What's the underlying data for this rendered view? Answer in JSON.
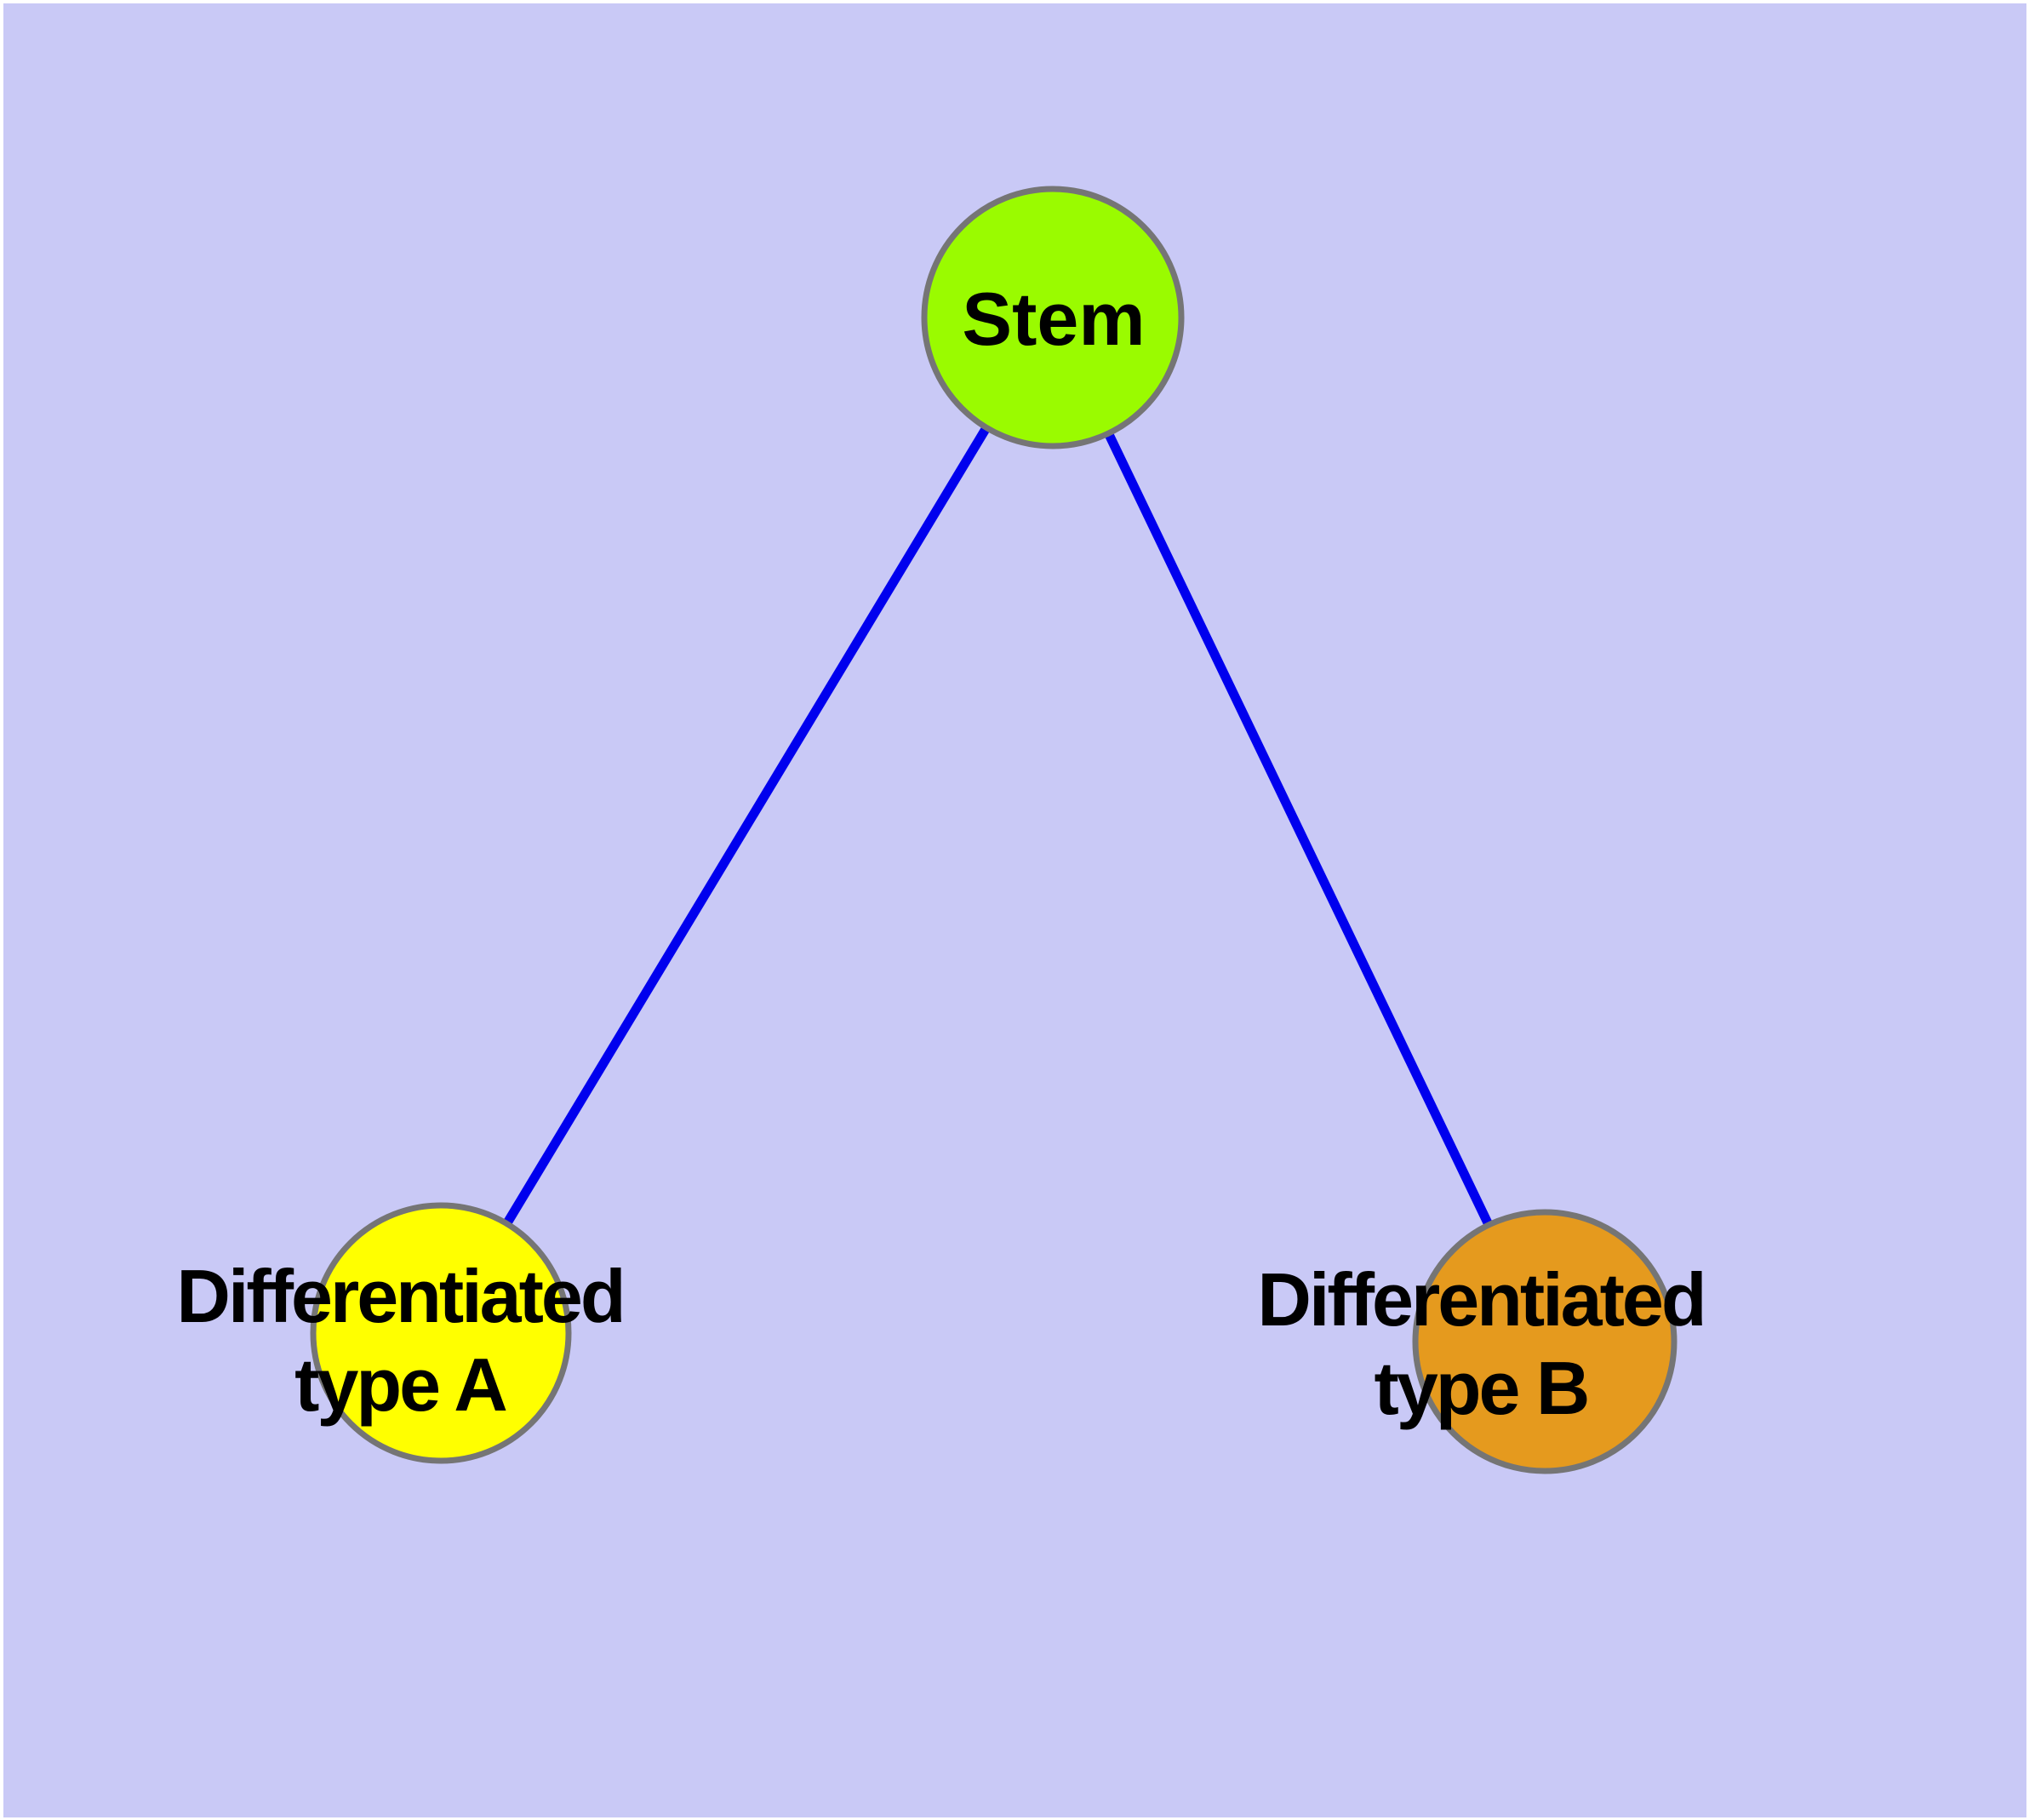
{
  "figure": {
    "type": "graph-diagram",
    "canvas_color": "#ffffff",
    "plot_background": "#c9c9f6"
  },
  "graph": {
    "edge_color": "#0000ee",
    "node_border_color": "#757575",
    "label_color": "#000000",
    "nodes": [
      {
        "id": "stem",
        "label": "Stem",
        "fill": "#9afb00"
      },
      {
        "id": "differentiated-type-a",
        "label_line1": "Differentiated",
        "label_line2": "type A",
        "fill": "#ffff00"
      },
      {
        "id": "differentiated-type-b",
        "label_line1": "Differentiated",
        "label_line2": "type B",
        "fill": "#e59a1e"
      }
    ],
    "edges": [
      {
        "from": "Stem",
        "to": "Differentiated type A"
      },
      {
        "from": "Stem",
        "to": "Differentiated type B"
      }
    ]
  }
}
